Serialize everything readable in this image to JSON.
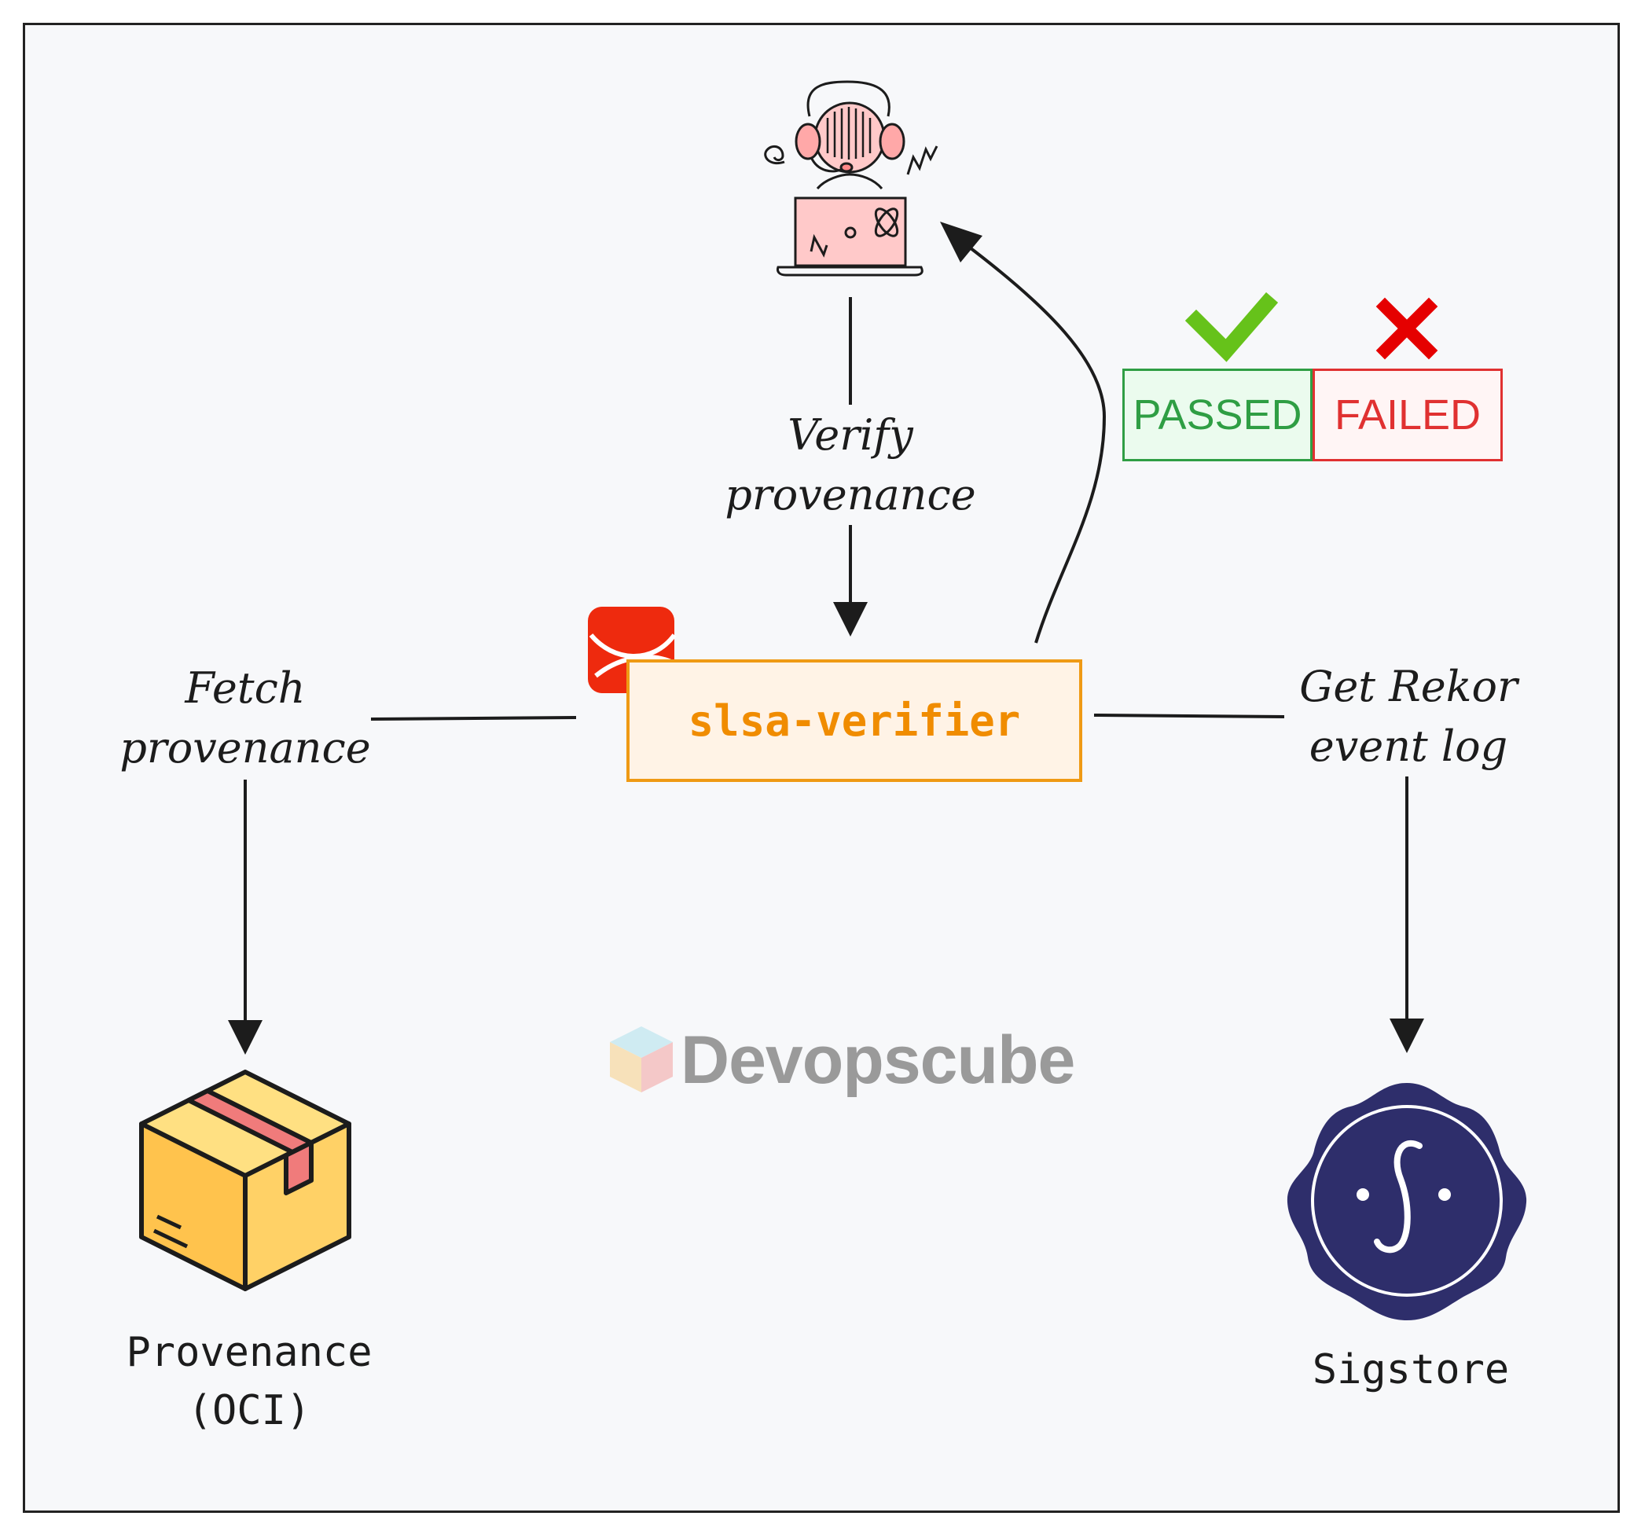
{
  "nodes": {
    "verifier": "slsa-verifier",
    "provenance_oci": [
      "Provenance",
      "(OCI)"
    ],
    "sigstore": "Sigstore"
  },
  "edges": {
    "verify": [
      "Verify",
      "provenance"
    ],
    "fetch": [
      "Fetch",
      "provenance"
    ],
    "rekor": [
      "Get Rekor",
      "event log"
    ]
  },
  "results": {
    "passed": "PASSED",
    "failed": "FAILED"
  },
  "watermark": "Devopscube",
  "colors": {
    "verifier_border": "#ef9a14",
    "verifier_text": "#f08c00",
    "passed": "#2f9e44",
    "failed": "#e03131",
    "sigstore": "#2e2e6b"
  }
}
